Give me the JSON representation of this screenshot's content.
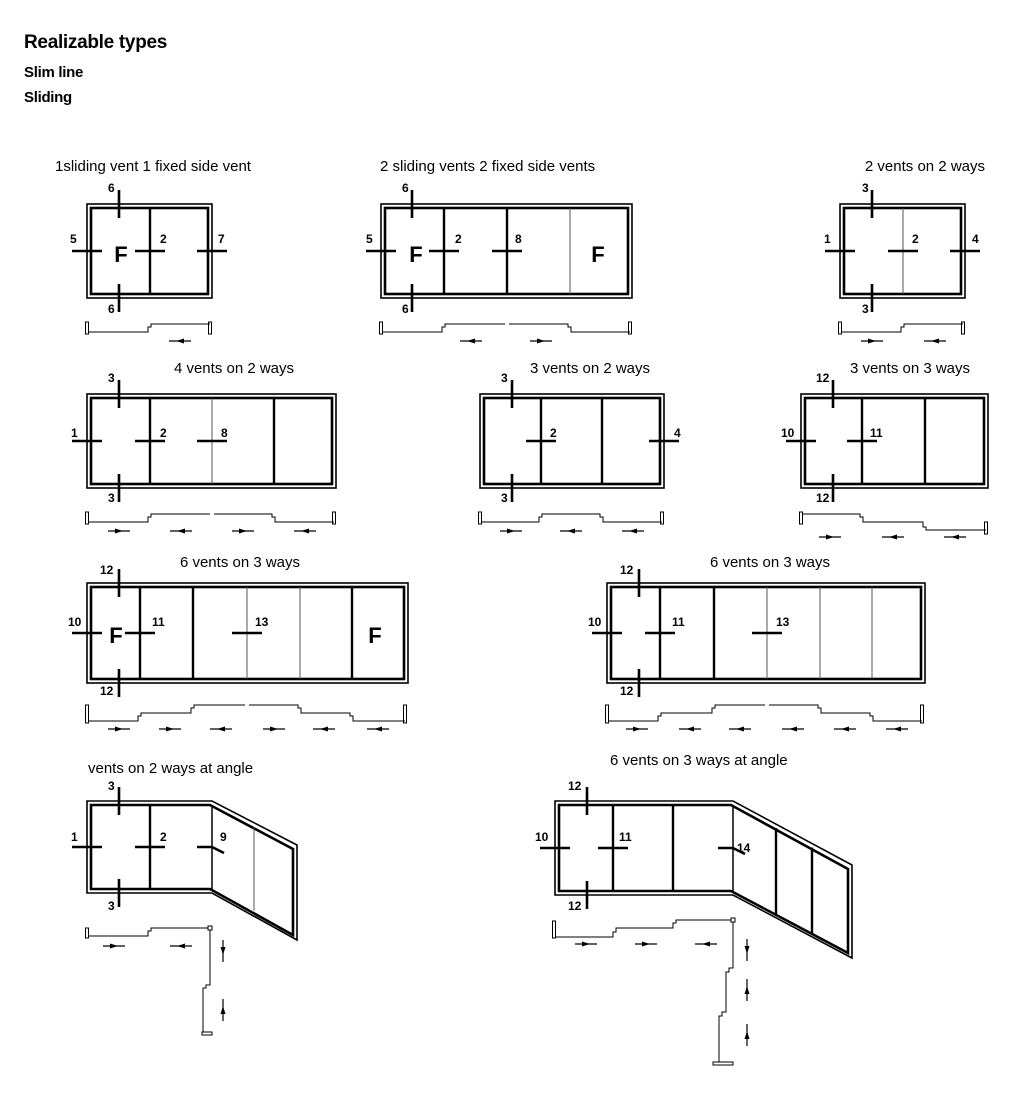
{
  "header": {
    "title": "Realizable types",
    "subtitle1": "Slim line",
    "subtitle2": "Sliding"
  },
  "diagrams": [
    {
      "title": "1sliding vent 1 fixed side vent",
      "labels": [
        "6",
        "5",
        "2",
        "7",
        "6"
      ],
      "fixed_labels": [
        "F"
      ]
    },
    {
      "title": "2 sliding vents 2 fixed side vents",
      "labels": [
        "6",
        "5",
        "2",
        "8",
        "6"
      ],
      "fixed_labels": [
        "F",
        "F"
      ]
    },
    {
      "title": "2 vents on 2 ways",
      "labels": [
        "3",
        "1",
        "2",
        "4",
        "3"
      ],
      "fixed_labels": []
    },
    {
      "title": "4 vents on 2 ways",
      "labels": [
        "3",
        "1",
        "2",
        "8",
        "3"
      ],
      "fixed_labels": []
    },
    {
      "title": "3 vents on 2 ways",
      "labels": [
        "3",
        "2",
        "4",
        "3"
      ],
      "fixed_labels": []
    },
    {
      "title": "3 vents on 3 ways",
      "labels": [
        "12",
        "10",
        "11",
        "12"
      ],
      "fixed_labels": []
    },
    {
      "title": "6 vents on 3 ways",
      "labels": [
        "12",
        "10",
        "11",
        "13",
        "12"
      ],
      "fixed_labels": [
        "F",
        "F"
      ]
    },
    {
      "title": "6 vents on 3 ways",
      "labels": [
        "12",
        "10",
        "11",
        "13",
        "12"
      ],
      "fixed_labels": []
    },
    {
      "title": "vents on 2 ways at angle",
      "labels": [
        "3",
        "1",
        "2",
        "9",
        "3"
      ],
      "fixed_labels": []
    },
    {
      "title": "6 vents on 3 ways at angle",
      "labels": [
        "12",
        "10",
        "11",
        "14",
        "12"
      ],
      "fixed_labels": []
    }
  ]
}
